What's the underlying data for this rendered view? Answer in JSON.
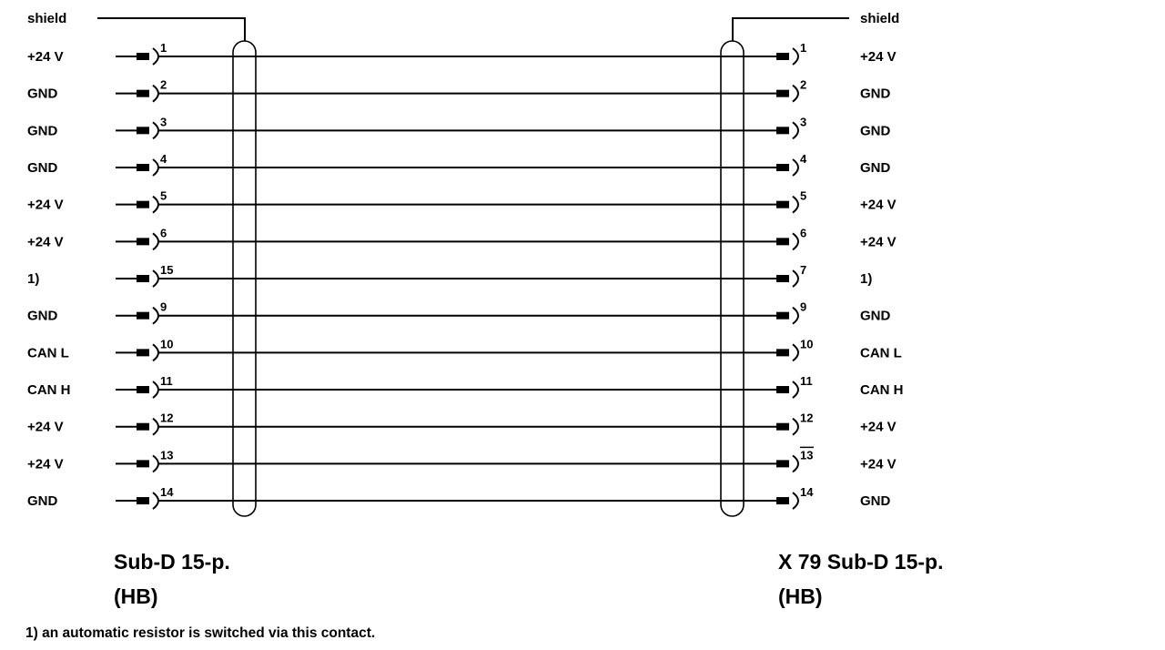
{
  "diagram": {
    "shield_left": "shield",
    "shield_right": "shield",
    "left_connector_line1": "Sub-D 15-p.",
    "left_connector_line2": "(HB)",
    "right_connector_line1": "X 79 Sub-D 15-p.",
    "right_connector_line2": "(HB)",
    "footnote": "1) an automatic resistor is switched via this contact.",
    "line_color": "#000000",
    "rows": [
      {
        "left_label": "+24 V",
        "left_pin": "1",
        "right_pin": "1",
        "right_label": "+24 V"
      },
      {
        "left_label": "GND",
        "left_pin": "2",
        "right_pin": "2",
        "right_label": "GND"
      },
      {
        "left_label": "GND",
        "left_pin": "3",
        "right_pin": "3",
        "right_label": "GND"
      },
      {
        "left_label": "GND",
        "left_pin": "4",
        "right_pin": "4",
        "right_label": "GND"
      },
      {
        "left_label": "+24 V",
        "left_pin": "5",
        "right_pin": "5",
        "right_label": "+24 V"
      },
      {
        "left_label": "+24 V",
        "left_pin": "6",
        "right_pin": "6",
        "right_label": "+24 V"
      },
      {
        "left_label": "1)",
        "left_pin": "15",
        "right_pin": "7",
        "right_label": "1)"
      },
      {
        "left_label": "GND",
        "left_pin": "9",
        "right_pin": "9",
        "right_label": "GND"
      },
      {
        "left_label": "CAN L",
        "left_pin": "10",
        "right_pin": "10",
        "right_label": "CAN L"
      },
      {
        "left_label": "CAN H",
        "left_pin": "11",
        "right_pin": "11",
        "right_label": "CAN H"
      },
      {
        "left_label": "+24 V",
        "left_pin": "12",
        "right_pin": "12",
        "right_label": "+24 V"
      },
      {
        "left_label": "+24 V",
        "left_pin": "13",
        "right_pin": "13",
        "right_pin_overline": true,
        "right_label": "+24 V"
      },
      {
        "left_label": "GND",
        "left_pin": "14",
        "right_pin": "14",
        "right_label": "GND"
      }
    ]
  }
}
